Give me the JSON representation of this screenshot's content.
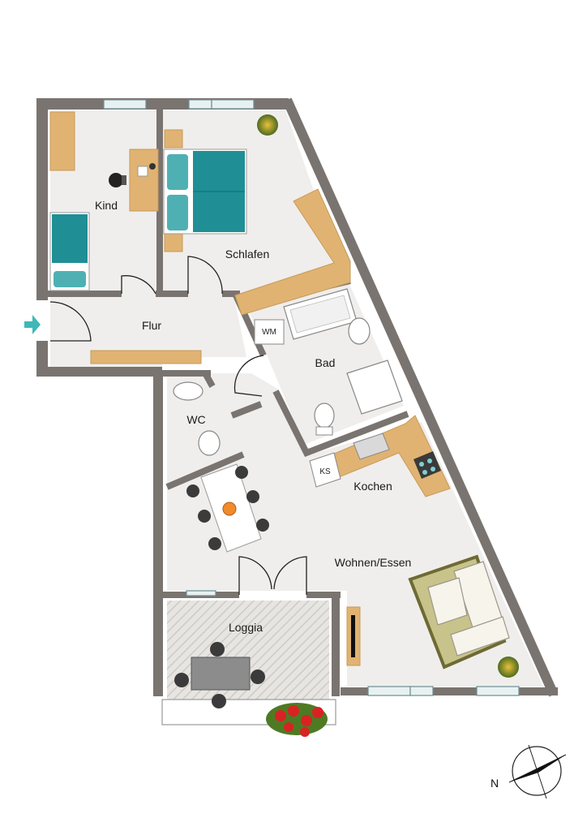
{
  "rooms": {
    "kind": "Kind",
    "schlafen": "Schlafen",
    "flur": "Flur",
    "bad": "Bad",
    "wc": "WC",
    "kochen": "Kochen",
    "wohnen_essen": "Wohnen/Essen",
    "loggia": "Loggia"
  },
  "appliances": {
    "washing_machine": "WM",
    "fridge": "KS"
  },
  "compass": {
    "north_label": "N"
  },
  "colors": {
    "wall": "#7a7470",
    "floor": "#efeeec",
    "wood": "#e0b372",
    "teal": "#1f8f95",
    "entrance_arrow": "#3fb7b8"
  }
}
